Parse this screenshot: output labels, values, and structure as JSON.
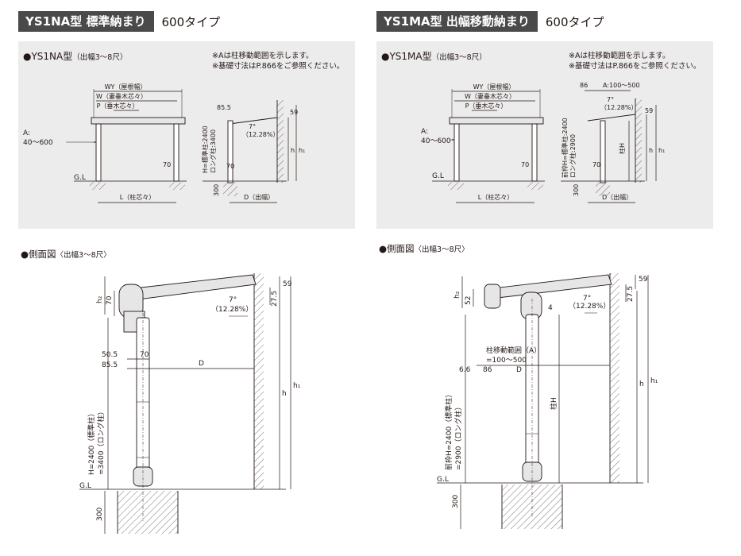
{
  "left": {
    "header": {
      "model": "YS1NA型 標準納まり",
      "type": "600タイプ"
    },
    "panel": {
      "title": "●YS1NA型",
      "title_sub": "（出幅3〜8尺）",
      "notes": [
        "※Aは柱移動範囲を示します。",
        "※基礎寸法はP.866をご参照ください。"
      ],
      "front": {
        "wy": "WY（屋根幅）",
        "w": "W（妻垂木芯々）",
        "p": "P（垂木芯々）",
        "a": "A:",
        "a_range": "40〜600",
        "gl": "G.L",
        "d70": "70",
        "l": "L（柱芯々）"
      },
      "side": {
        "d855": "85.5",
        "d59": "59",
        "angle": "7°",
        "pct": "（12.28%）",
        "d70": "70",
        "h": "h",
        "h1": "h₁",
        "d300": "300",
        "dlabel": "D（出幅）",
        "hcol_1": "H=標準柱:2400",
        "hcol_2": "ロング柱:3400"
      }
    },
    "section": {
      "title": "●側面図",
      "title_sub": "〈出幅3〜8尺〉",
      "labels": {
        "h2": "h₂",
        "d70a": "70",
        "d59": "59",
        "d275": "27.5",
        "angle": "7°",
        "pct": "（12.28%）",
        "d505": "50.5",
        "d70b": "70",
        "d855": "85.5",
        "dD": "D",
        "hcol_1": "H=2400（標準柱）",
        "hcol_2": "=3400（ロング柱）",
        "h": "h",
        "h1": "h₁",
        "gl": "G.L",
        "d300": "300"
      }
    }
  },
  "right": {
    "header": {
      "model": "YS1MA型 出幅移動納まり",
      "type": "600タイプ"
    },
    "panel": {
      "title": "●YS1MA型",
      "title_sub": "（出幅3〜8尺）",
      "notes": [
        "※Aは柱移動範囲を示します。",
        "※基礎寸法はP.866をご参照ください。"
      ],
      "front": {
        "wy": "WY（屋根幅）",
        "w": "W（妻垂木芯々）",
        "p": "P（垂木芯々）",
        "a": "A:",
        "a_range": "40〜600",
        "gl": "G.L",
        "d70": "70",
        "l": "L（柱芯々）"
      },
      "side": {
        "d86": "86",
        "a_range": "A:100〜500",
        "angle": "7°",
        "pct": "（12.28%）",
        "d59": "59",
        "d70": "70",
        "hcolH": "柱H",
        "h": "h",
        "h1": "h₁",
        "d300": "300",
        "dlabel": "D（出幅）",
        "hcol_1": "前枠H=標準柱:2400",
        "hcol_2": "ロング柱:2900"
      }
    },
    "section": {
      "title": "●側面図",
      "title_sub": "〈出幅3〜8尺〉",
      "labels": {
        "h2": "h₂",
        "d52": "52",
        "d59": "59",
        "d275": "27.5",
        "angle": "7°",
        "pct": "（12.28%）",
        "d4": "4",
        "move_1": "柱移動範囲（A）",
        "move_2": "=100〜500",
        "d66": "6.6",
        "d86": "86",
        "dD": "D",
        "hcolH": "柱H",
        "hcol_1": "前枠H=2400（標準柱）",
        "hcol_2": "=2900（ロング柱）",
        "h": "h",
        "h1": "h₁",
        "gl": "G.L",
        "d300": "300"
      }
    }
  }
}
